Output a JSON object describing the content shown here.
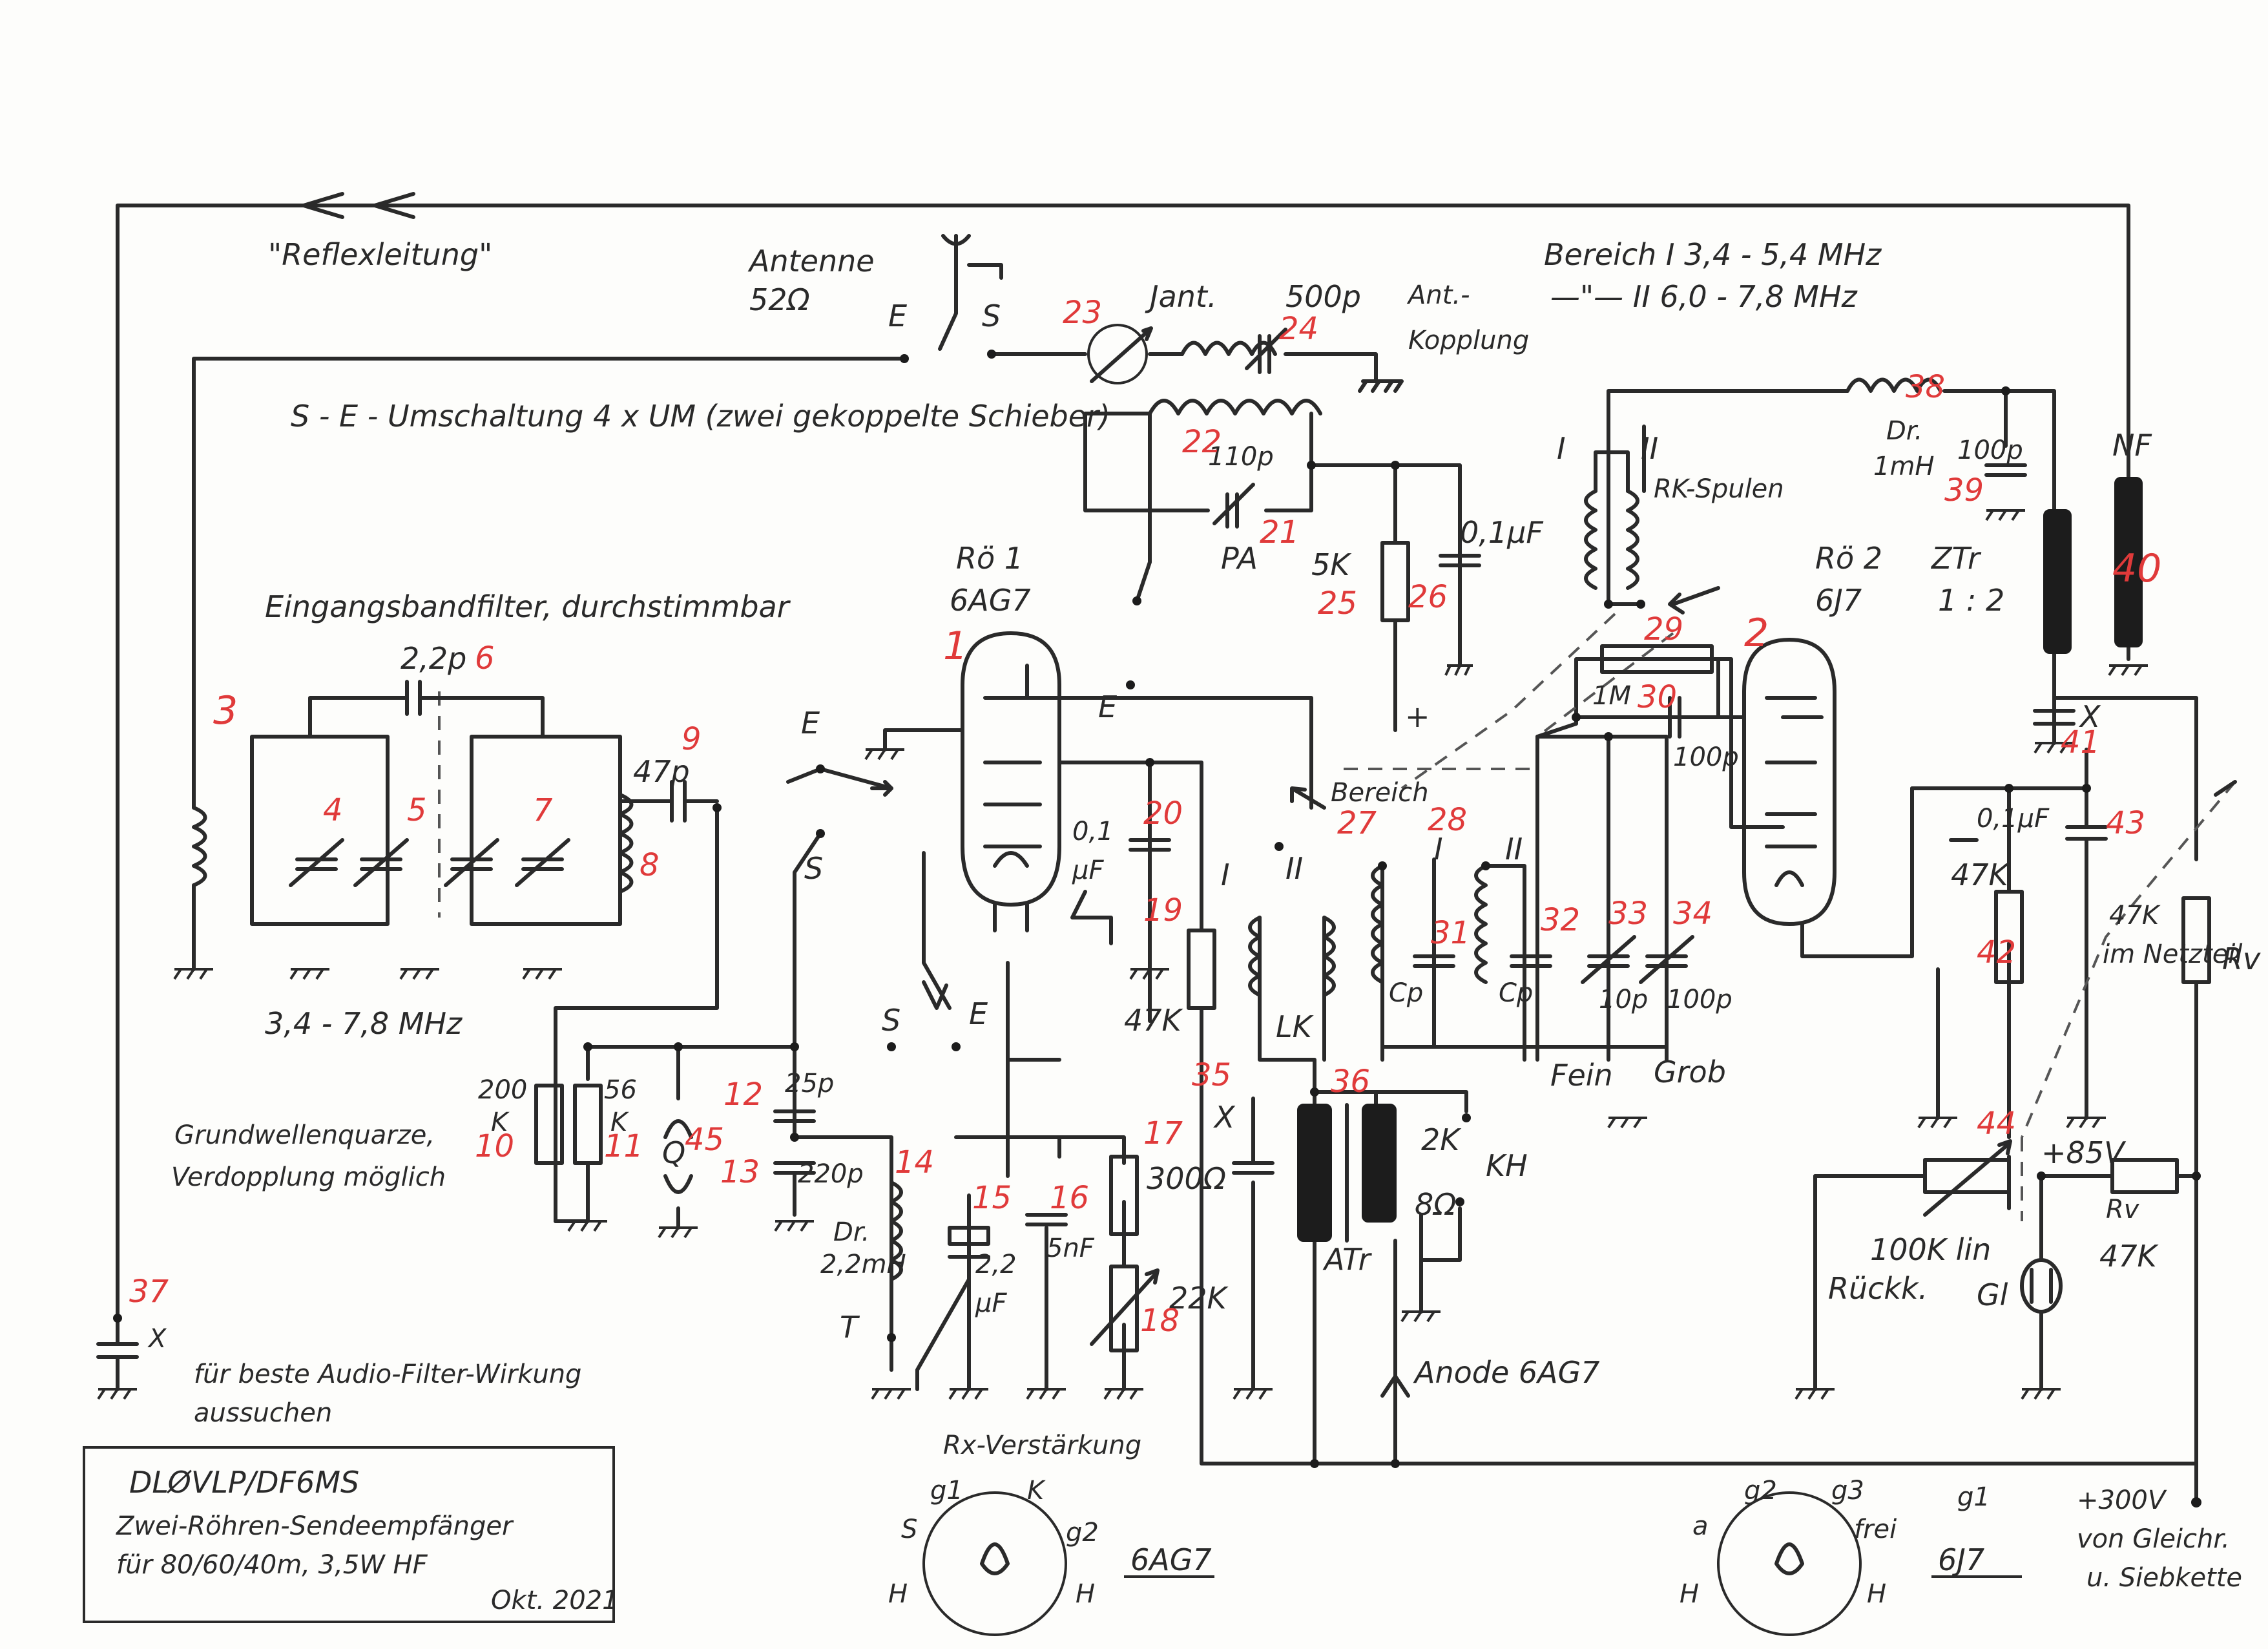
{
  "colors": {
    "ink": "#2a2a2a",
    "marker": "#e03a3a",
    "paper": "#fdfdfb"
  },
  "labels": {
    "reflex": "\"Reflexleitung\"",
    "antenne": "Antenne",
    "antenne_imp": "52Ω",
    "sw_e": "E",
    "sw_s": "S",
    "jant": "Jant.",
    "c500p": "500p",
    "antkopplung1": "Ant.-",
    "antkopplung2": "Kopplung",
    "bereich1": "Bereich I   3,4 - 5,4 MHz",
    "bereich2": "—\"— II   6,0 - 7,8 MHz",
    "se_umschaltung": "S - E - Umschaltung  4 x UM (zwei gekoppelte Schieber)",
    "c110p": "110p",
    "pa": "PA",
    "r5k": "5K",
    "c01uf_a": "0,1µF",
    "dr": "Dr.",
    "dr_1mh": "1mH",
    "c100p_a": "100p",
    "rk_spulen": "RK-Spulen",
    "roman_i_a": "I",
    "roman_ii_a": "II",
    "nf": "NF",
    "ro1": "Rö 1",
    "ro1_type": "6AG7",
    "ro2": "Rö 2",
    "ro2_type": "6J7",
    "ztr": "ZTr",
    "ztr_ratio": "1 : 2",
    "eingangsbandfilter": "Eingangsbandfilter, durchstimmbar",
    "c22p": "2,2p",
    "c47p": "47p",
    "band_range": "3,4 - 7,8 MHz",
    "sw2_e": "E",
    "sw2_s": "S",
    "e_tube": "E",
    "c01_1": "0,1",
    "c01_2": "µF",
    "plus": "+",
    "bereich": "Bereich",
    "r1m": "1M",
    "c100p_b": "100p",
    "c01uf_b": "0,1µF",
    "r47k_42": "47K",
    "roman_i_b": "I",
    "roman_ii_b": "II",
    "roman_i_c": "I",
    "roman_ii_c": "II",
    "cp1": "Cp",
    "cp2": "Cp",
    "c10p": "10p",
    "c100p_c": "100p",
    "lk": "LK",
    "fein": "Fein",
    "grob": "Grob",
    "r47k_19": "47K",
    "r47k_im": "47K",
    "im_netzteil": "im Netzteil",
    "rv_a": "Rv",
    "x_41": "X",
    "grundwellen1": "Grundwellenquarze,",
    "grundwellen2": "Verdopplung möglich",
    "r200k_1": "200",
    "r200k_2": "K",
    "r56k_1": "56",
    "r56k_2": "K",
    "q": "Q",
    "c25p": "25p",
    "c220p": "220p",
    "sw3_s": "S",
    "sw3_e": "E",
    "dr2": "Dr.",
    "dr2_val": "2,2mH",
    "c22uf_1": "2,2",
    "c22uf_2": "µF",
    "c5nf": "5nF",
    "r300": "300Ω",
    "r22k": "22K",
    "t": "T",
    "x_35": "X",
    "r2k": "2K",
    "r8": "8Ω",
    "kh": "KH",
    "atr": "ATr",
    "anode": "Anode 6AG7",
    "r100k": "100K lin",
    "rueckk": "Rückk.",
    "gl": "Gl",
    "plus85": "+85V",
    "rv_b": "Rv",
    "r47k_rv": "47K",
    "x_37": "X",
    "audio1": "für beste Audio-Filter-Wirkung",
    "audio2": "aussuchen",
    "title1": "DLØVLP/DF6MS",
    "title2": "Zwei-Röhren-Sendeempfänger",
    "title3": "für 80/60/40m, 3,5W HF",
    "title4": "Okt. 2021",
    "rx_verst": "Rx-Verstärkung",
    "p6ag7": "6AG7",
    "p6j7": "6J7",
    "pin_g1": "g1",
    "pin_k": "K",
    "pin_s": "S",
    "pin_g2": "g2",
    "pin_h1": "H",
    "pin_h2": "H",
    "pin_g2b": "g2",
    "pin_g3": "g3",
    "pin_frei": "frei",
    "pin_g1b": "g1",
    "pin_a": "a",
    "pin_h3": "H",
    "pin_h4": "H",
    "plus300_1": "+300V",
    "plus300_2": "von Gleichr.",
    "plus300_3": "u. Siebkette"
  },
  "numbers": {
    "n1": "1",
    "n2": "2",
    "n3": "3",
    "n4": "4",
    "n5": "5",
    "n6": "6",
    "n7": "7",
    "n8": "8",
    "n9": "9",
    "n10": "10",
    "n11": "11",
    "n12": "12",
    "n13": "13",
    "n14": "14",
    "n15": "15",
    "n16": "16",
    "n17": "17",
    "n18": "18",
    "n19": "19",
    "n20": "20",
    "n21": "21",
    "n22": "22",
    "n23": "23",
    "n24": "24",
    "n25": "25",
    "n26": "26",
    "n27": "27",
    "n28": "28",
    "n29": "29",
    "n30": "30",
    "n31": "31",
    "n32": "32",
    "n33": "33",
    "n34": "34",
    "n35": "35",
    "n36": "36",
    "n37": "37",
    "n38": "38",
    "n39": "39",
    "n40": "40",
    "n41": "41",
    "n42": "42",
    "n43": "43",
    "n44": "44",
    "n45": "45"
  }
}
